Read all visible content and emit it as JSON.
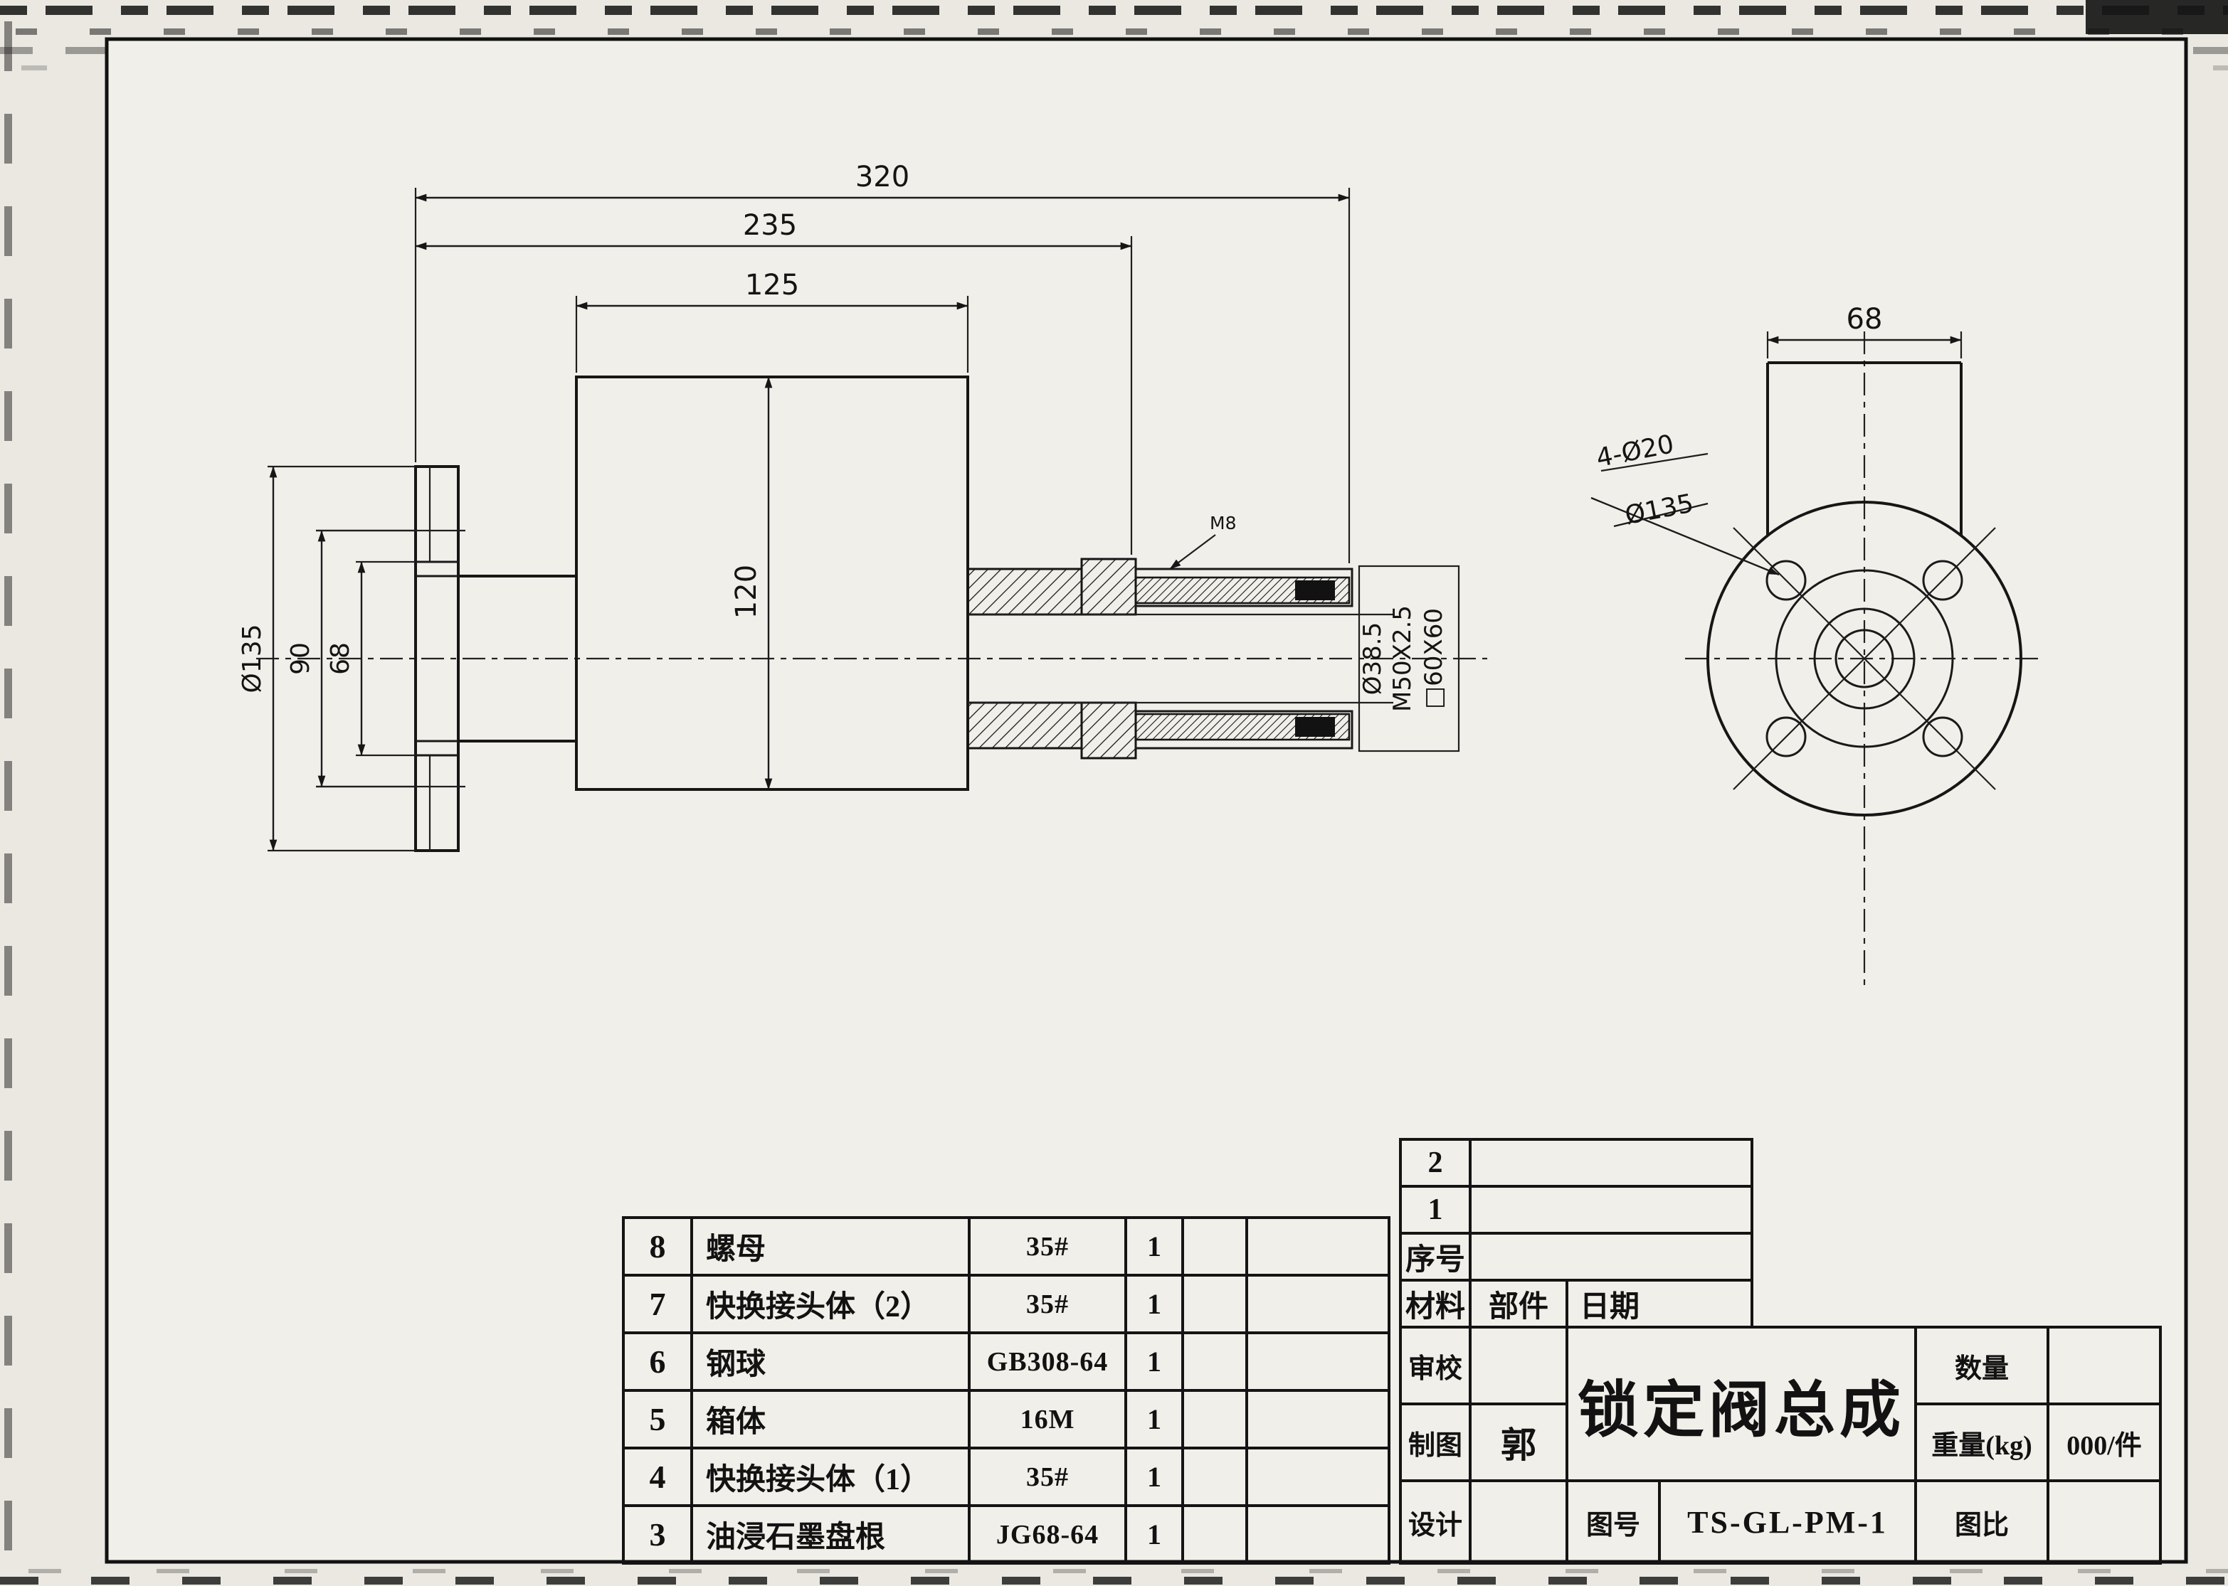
{
  "views": {
    "dims": {
      "w320": "320",
      "w235": "235",
      "w125": "125",
      "h120": "120",
      "d135_left": "Ø135",
      "h90": "90",
      "h68": "68",
      "d38_5": "Ø38.5",
      "m50x25": "M50X2.5",
      "sq60x60": "□60X60",
      "m8": "M8",
      "w68_right": "68",
      "holes_note": "4-Ø20",
      "d135_struck": "Ø135"
    }
  },
  "parts_table": {
    "rows": [
      {
        "no": "8",
        "name": "螺母",
        "spec": "35#",
        "qty": "1"
      },
      {
        "no": "7",
        "name": "快换接头体（2）",
        "spec": "35#",
        "qty": "1"
      },
      {
        "no": "6",
        "name": "钢球",
        "spec": "GB308-64",
        "qty": "1"
      },
      {
        "no": "5",
        "name": "箱体",
        "spec": "16M",
        "qty": "1"
      },
      {
        "no": "4",
        "name": "快换接头体（1）",
        "spec": "35#",
        "qty": "1"
      },
      {
        "no": "3",
        "name": "油浸石墨盘根",
        "spec": "JG68-64",
        "qty": "1"
      }
    ]
  },
  "title_block": {
    "seq2": "2",
    "seq1": "1",
    "seq_label": "序号",
    "material_label": "材料",
    "part_label": "部件",
    "date_label": "日期",
    "check_label": "审校",
    "draft_label": "制图",
    "draft_value": "郭",
    "design_label": "设计",
    "title": "锁定阀总成",
    "qty_label": "数量",
    "weight_label": "重量(kg)",
    "weight_value": "000/件",
    "dwg_no_label": "图号",
    "dwg_no_value": "TS-GL-PM-1",
    "scale_label": "图比"
  }
}
